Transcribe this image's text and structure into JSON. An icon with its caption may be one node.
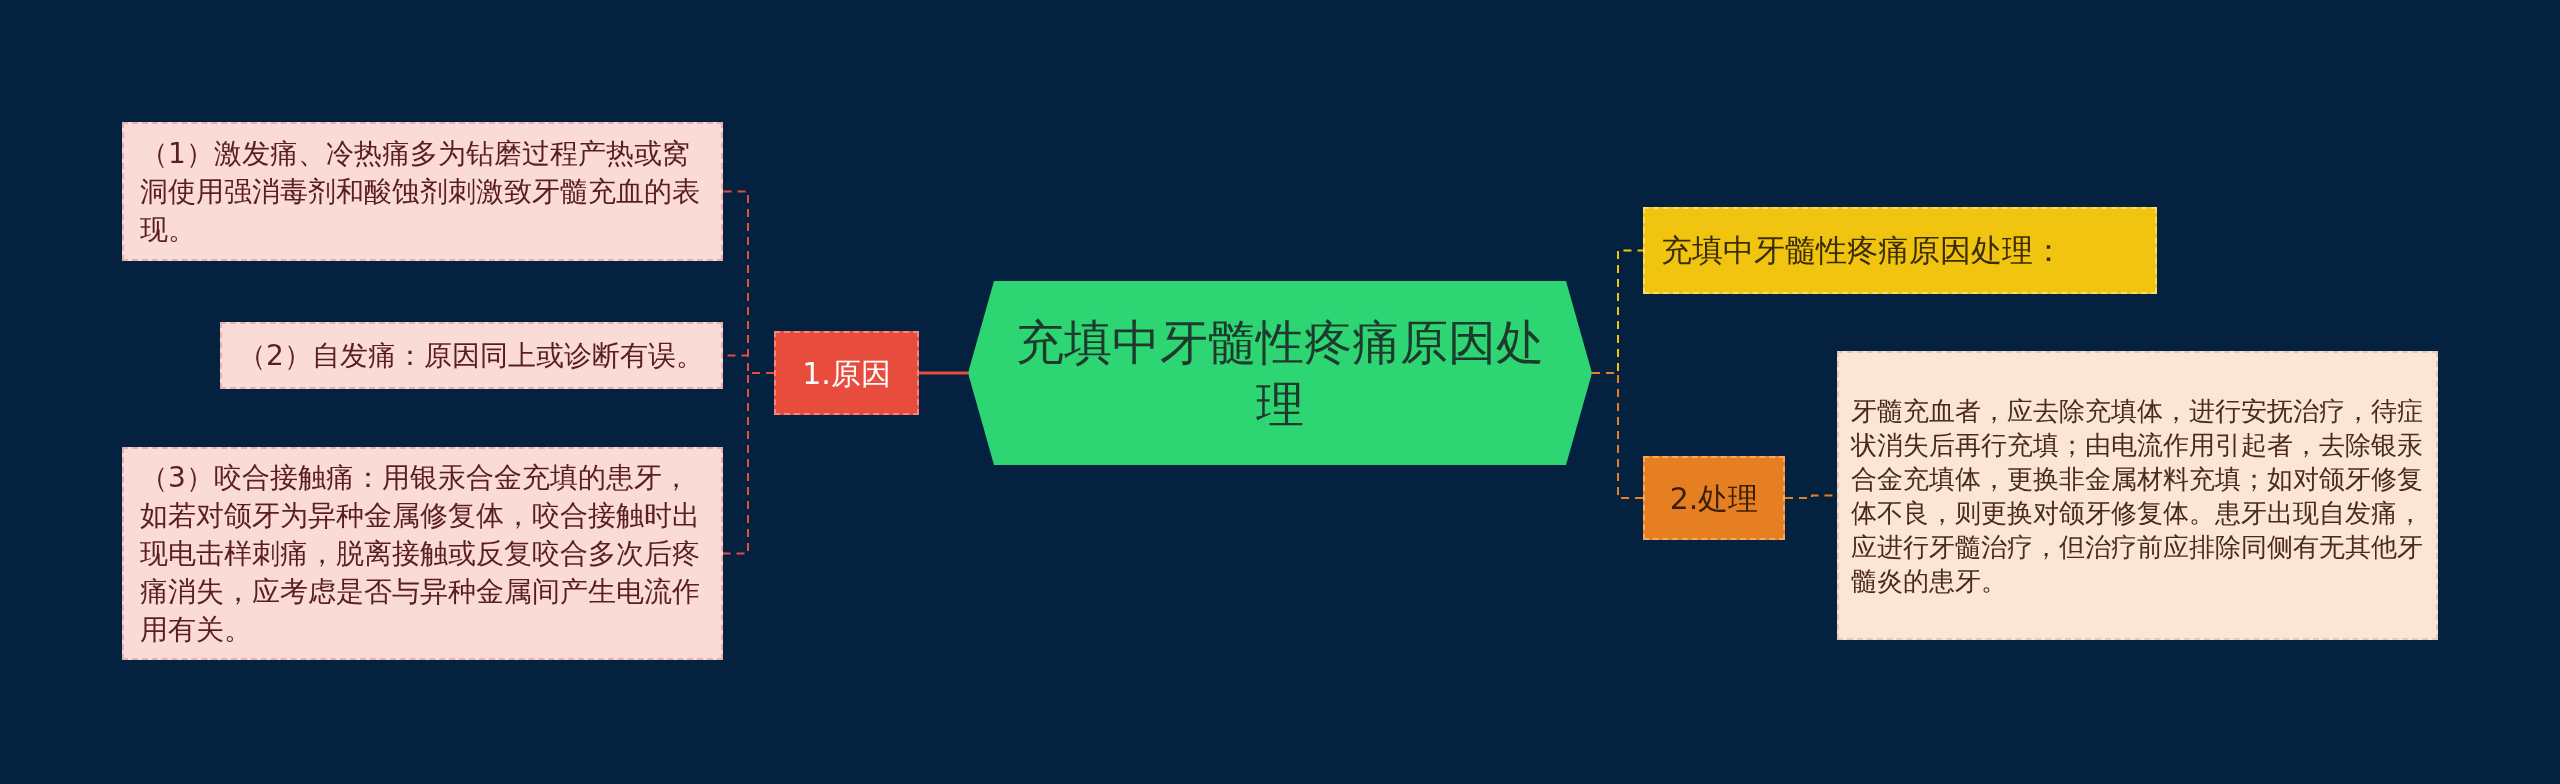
{
  "diagram": {
    "nodes": [
      {
        "text": [
          "充填中牙髓性疼痛原因处理"
        ]
      },
      {
        "text": [
          "1.原因"
        ]
      },
      {
        "text": [
          "（1）激发痛、冷热痛多为钻磨过程产热或窝洞使用强消毒剂和酸蚀剂刺激致牙髓充血的表现。"
        ]
      },
      {
        "text": [
          "（2）自发痛：原因同上或诊断有误。"
        ]
      },
      {
        "text": [
          "（3）咬合接触痛：用银汞合金充填的患牙，如若对颌牙为异种金属修复体，咬合接触时出现电击样刺痛，脱离接触或反复咬合多次后疼痛消失，应考虑是否与异种金属间产生电流作用有关。"
        ]
      },
      {
        "text": [
          "充填中牙髓性疼痛原因处理："
        ]
      },
      {
        "text": [
          "2.处理"
        ]
      },
      {
        "text": [
          "牙髓充血者，应去除充填体，进行安抚治疗，待症状消失后再行充填；由电流作用引起者，去除银汞合金充填体，更换非金属材料充填；如对颌牙修复体不良，则更换对颌牙修复体。患牙出现自发痛，应进行牙髓治疗，但治疗前应排除同侧有无其他牙髓炎的患牙。"
        ]
      }
    ],
    "edges": [
      {
        "from": 0,
        "to": 1,
        "arrow": "none"
      },
      {
        "from": 1,
        "to": 2,
        "arrow": "none",
        "style": "dashed"
      },
      {
        "from": 1,
        "to": 3,
        "arrow": "none",
        "style": "dashed"
      },
      {
        "from": 1,
        "to": 4,
        "arrow": "none",
        "style": "dashed"
      },
      {
        "from": 0,
        "to": 5,
        "arrow": "none",
        "style": "dashed",
        "color": "#f1c40f"
      },
      {
        "from": 0,
        "to": 6,
        "arrow": "none",
        "style": "dashed",
        "color": "#e67e22"
      },
      {
        "from": 6,
        "to": 7,
        "arrow": "none",
        "style": "dashed",
        "color": "#e67e22"
      }
    ]
  }
}
